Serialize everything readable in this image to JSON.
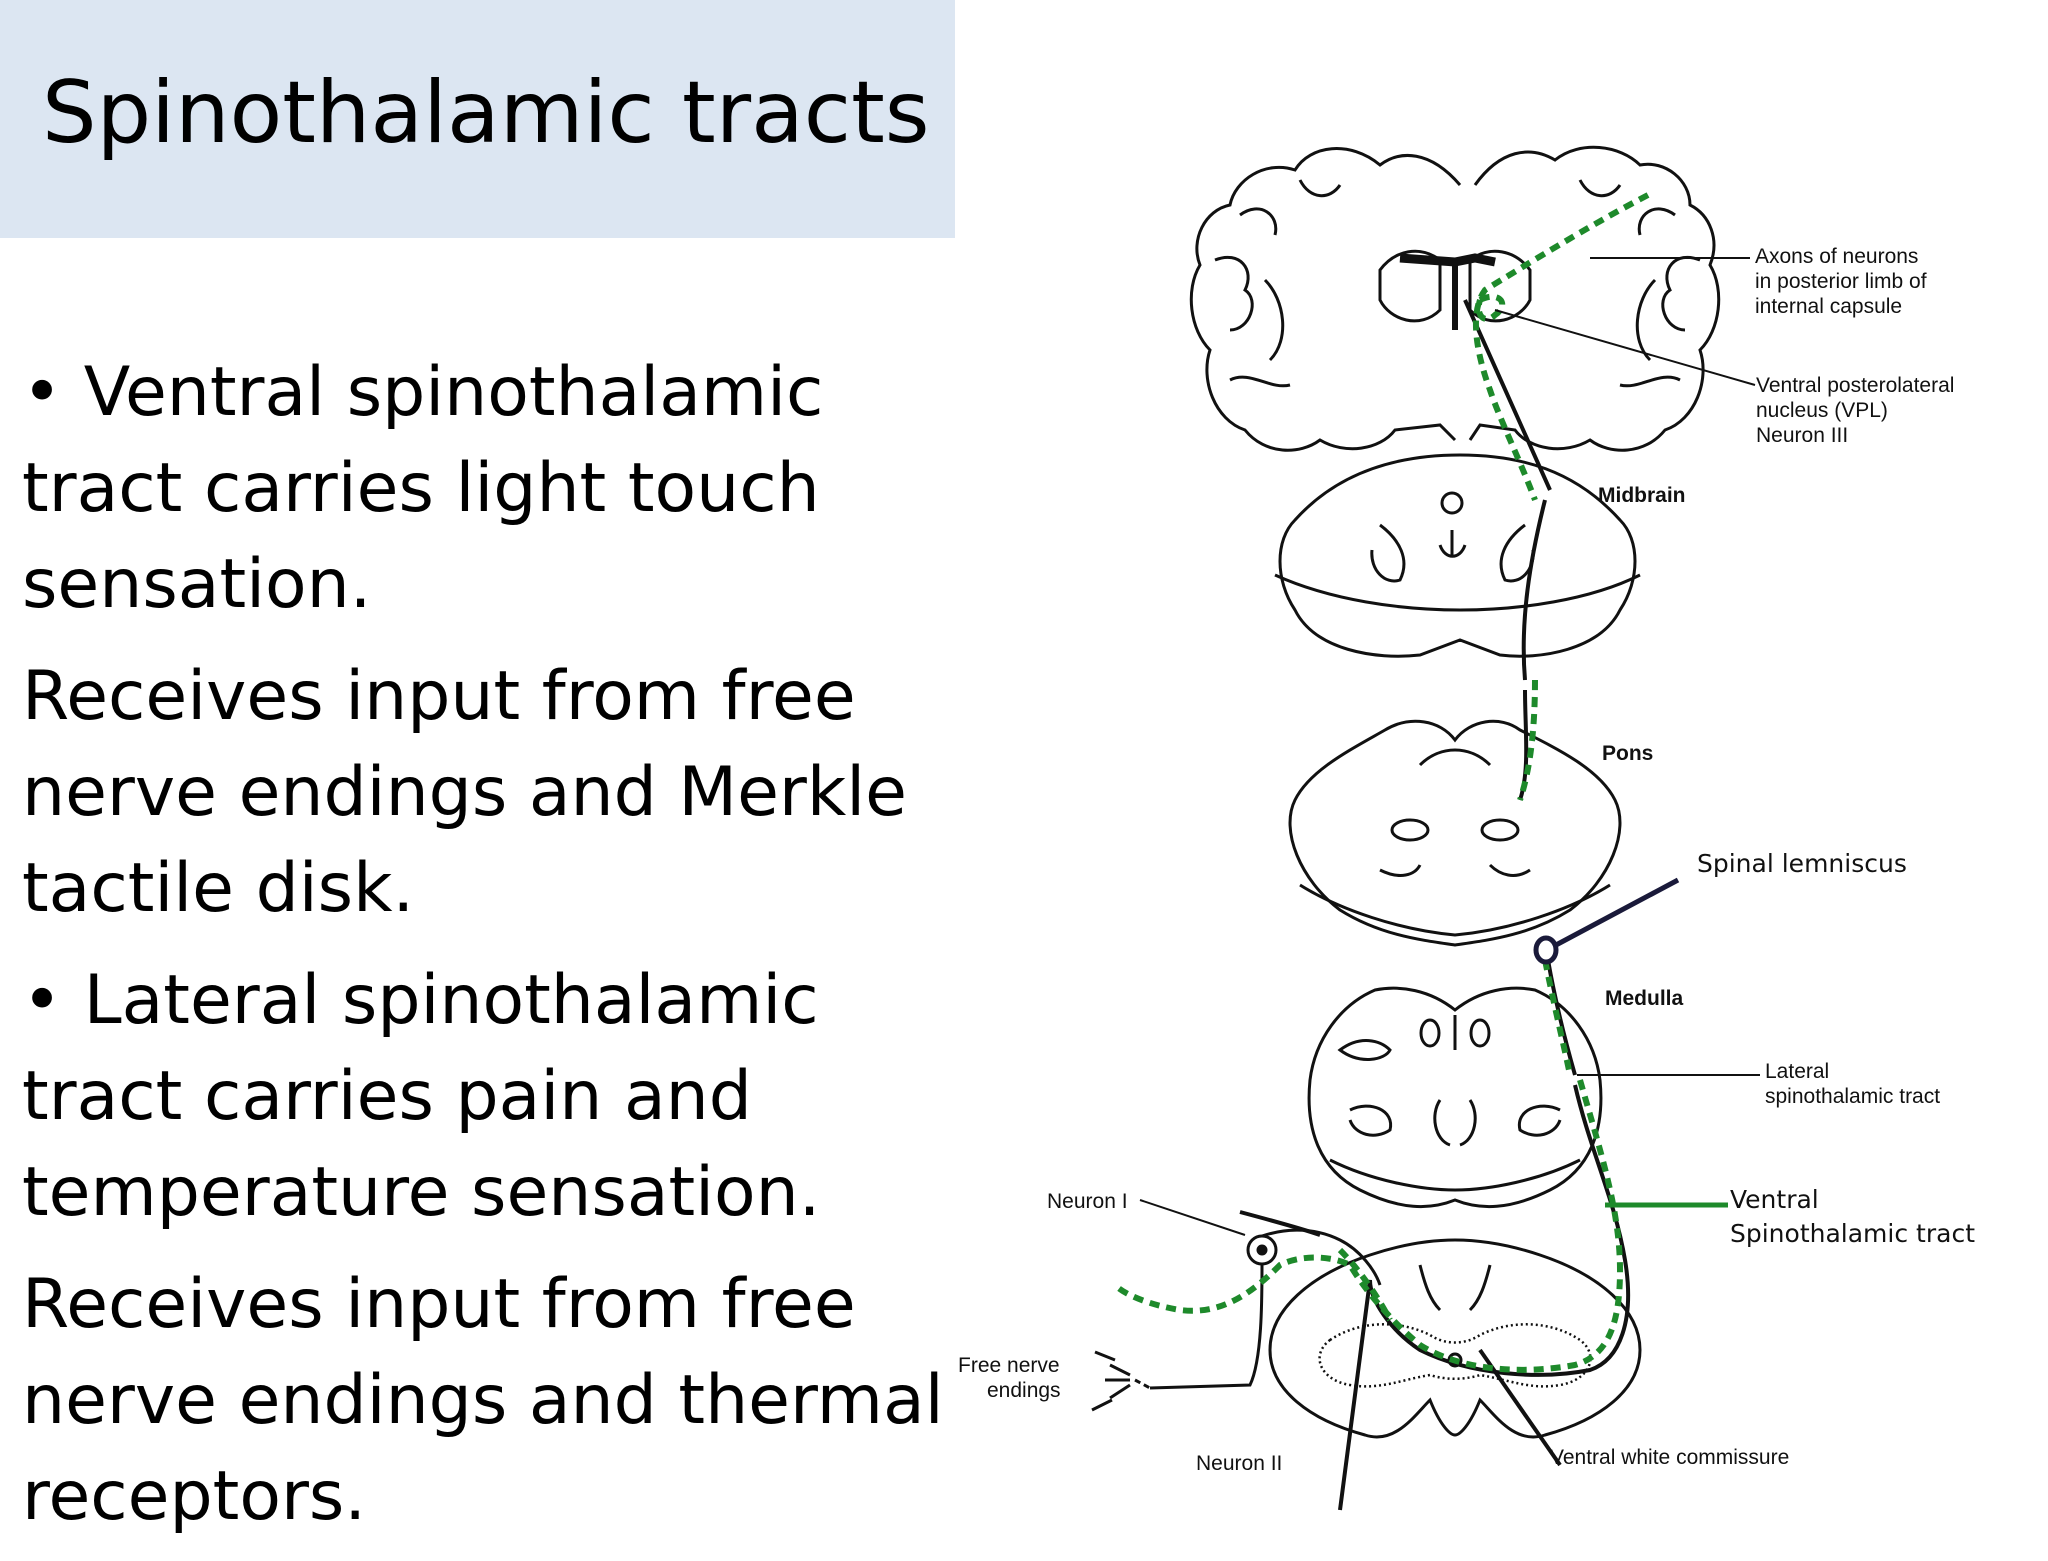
{
  "slide": {
    "title": "Spinothalamic tracts",
    "paragraphs": [
      "• Ventral spinothalamic tract carries light touch sensation.",
      "Receives input from free nerve endings and Merkle tactile disk.",
      "• Lateral spinothalamic tract carries pain and temperature sensation.",
      "Receives input from free nerve endings and thermal receptors."
    ]
  },
  "diagram": {
    "labels": {
      "axons_1": "Axons of neurons",
      "axons_2": "in posterior limb of",
      "axons_3": "internal capsule",
      "vpl_1": "Ventral posterolateral",
      "vpl_2": "nucleus (VPL)",
      "vpl_3": "Neuron III",
      "midbrain": "Midbrain",
      "pons": "Pons",
      "spinal_lemniscus": "Spinal lemniscus",
      "medulla": "Medulla",
      "lateral_1": "Lateral",
      "lateral_2": "spinothalamic tract",
      "ventral_1": "Ventral",
      "ventral_2": "Spinothalamic tract",
      "neuron_i": "Neuron I",
      "free_1": "Free nerve",
      "free_2": "endings",
      "neuron_ii": "Neuron II",
      "commissure": "Ventral white commissure"
    },
    "colors": {
      "ventral_tract": "#1e8a2b",
      "lateral_tract": "#111111",
      "lemniscus": "#1a1a3a"
    }
  }
}
